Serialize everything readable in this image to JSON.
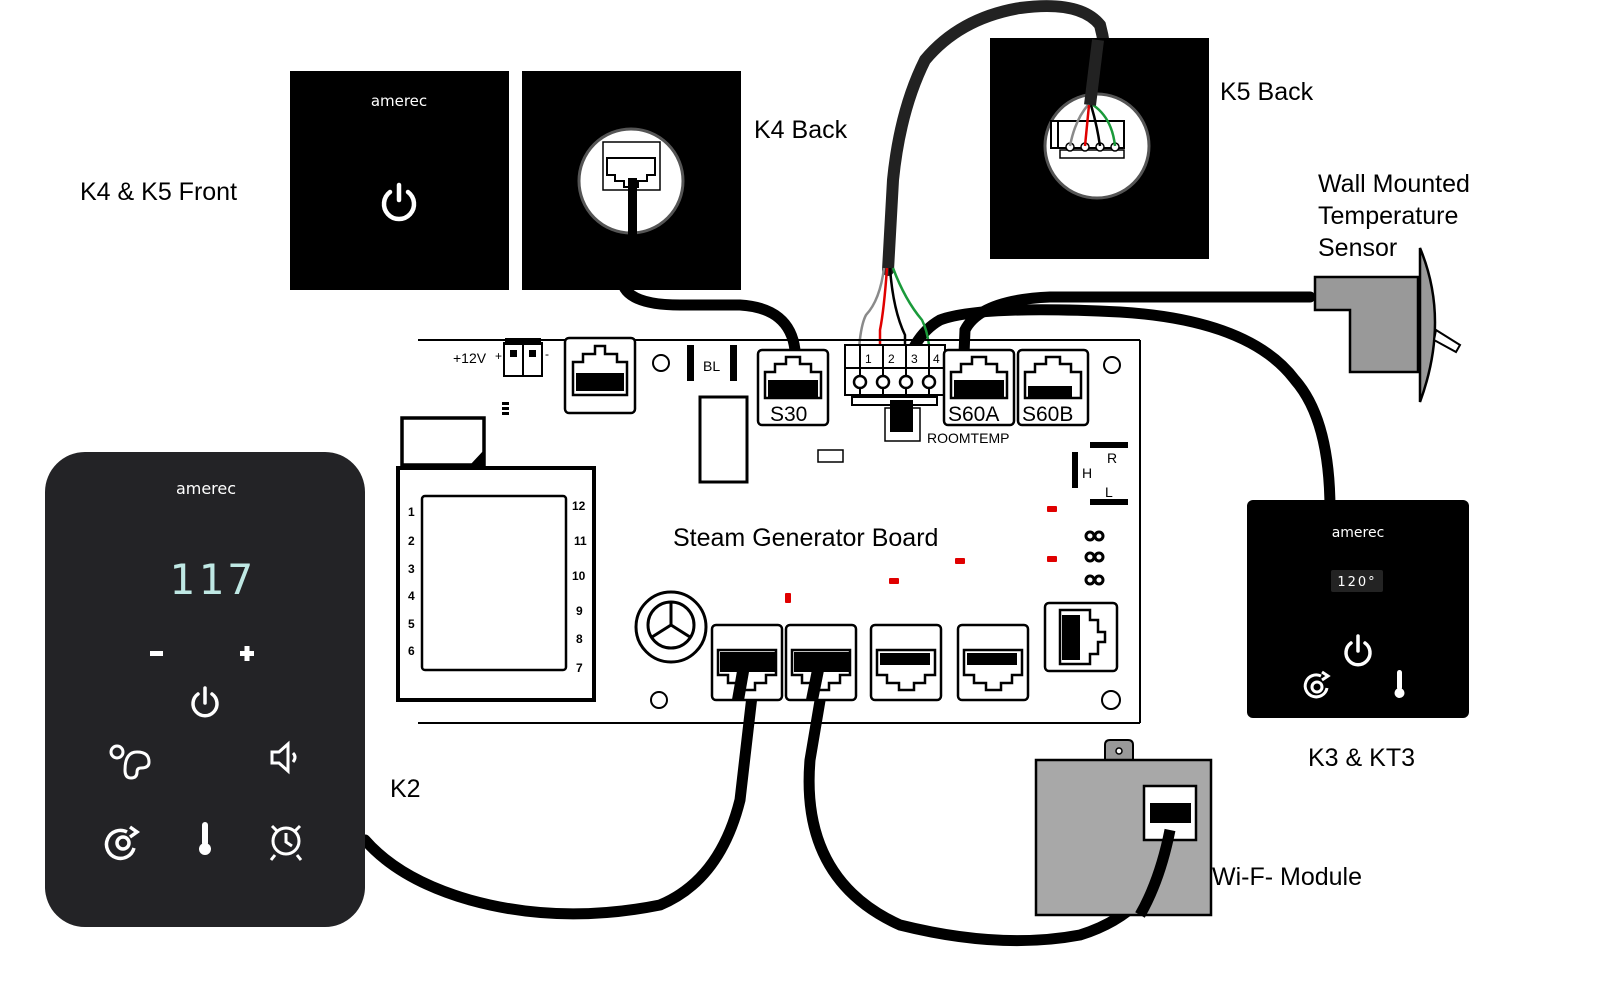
{
  "labels": {
    "k4_k5_front": "K4 & K5 Front",
    "k4_back": "K4 Back",
    "k5_back": "K5 Back",
    "wall_sensor_line1": "Wall Mounted",
    "wall_sensor_line2": "Temperature",
    "wall_sensor_line3": "Sensor",
    "board": "Steam Generator Board",
    "k2": "K2",
    "k3_kt3": "K3 & KT3",
    "wifi_module": "Wi-F- Module"
  },
  "board": {
    "power_label": "+12V",
    "plus": "+",
    "minus": "-",
    "bl": "BL",
    "port_s30": "S30",
    "port_s60a": "S60A",
    "port_s60b": "S60B",
    "roomtemp": "ROOMTEMP",
    "terminal_pins": [
      "1",
      "2",
      "3",
      "4"
    ],
    "jumper_h": "H",
    "jumper_r": "R",
    "jumper_l": "L",
    "transformer_left_pins": [
      "1",
      "2",
      "3",
      "4",
      "5",
      "6"
    ],
    "transformer_right_pins": [
      "12",
      "11",
      "10",
      "9",
      "8",
      "7"
    ]
  },
  "devices": {
    "brand": "amerec",
    "k2_display": "117",
    "k2_minus": "-",
    "k2_plus": "+",
    "k3_display": "120°"
  },
  "wire_colors": {
    "pin1": "#8a8a8a",
    "pin2": "#e00000",
    "pin3": "#000000",
    "pin4": "#1a9a3a"
  },
  "colors": {
    "panel_black": "#000000",
    "k2_panel": "#232326",
    "sensor_gray": "#999999",
    "wifi_gray": "#a8a8a8",
    "led_red": "#e00000",
    "display_cyan": "#bfe8e4"
  }
}
